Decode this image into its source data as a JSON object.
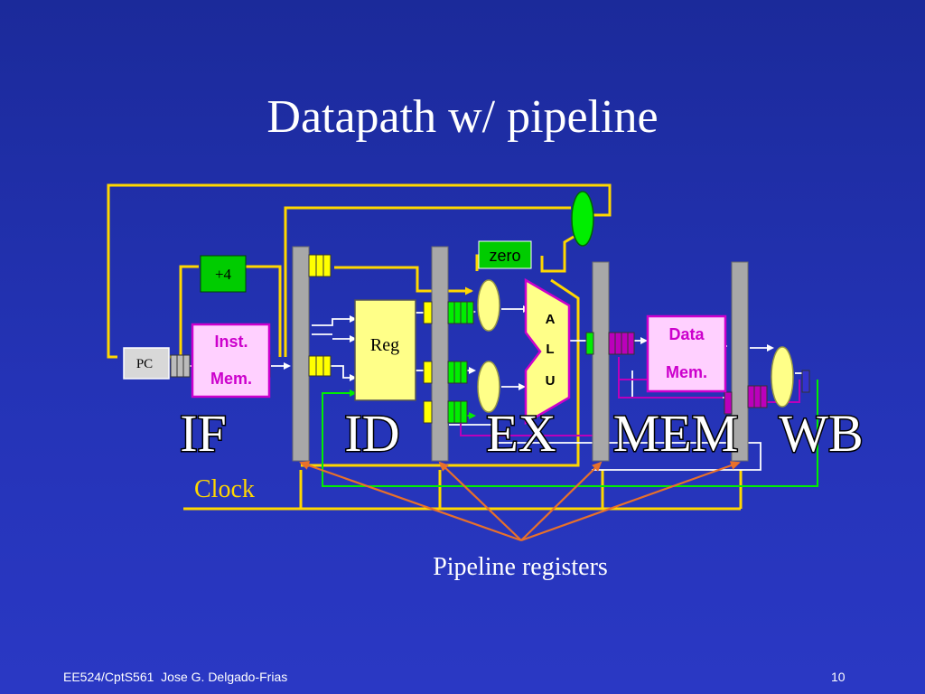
{
  "slide": {
    "title": "Datapath w/ pipeline",
    "footer": "EE524/CptS561  Jose G. Delgado-Frias",
    "page_number": "10"
  },
  "diagram": {
    "blocks": {
      "pc": "PC",
      "plus4": "+4",
      "inst_mem_line1": "Inst.",
      "inst_mem_line2": "Mem.",
      "reg": "Reg",
      "zero": "zero",
      "alu_line1": "A",
      "alu_line2": "L",
      "alu_line3": "U",
      "data_mem_line1": "Data",
      "data_mem_line2": "Mem."
    },
    "stages": [
      "IF",
      "ID",
      "EX",
      "MEM",
      "WB"
    ],
    "clock_label": "Clock",
    "pipeline_registers_label": "Pipeline registers"
  },
  "colors": {
    "background": "#2433b6",
    "wire": "#ffd700",
    "arrow_orange": "#e8702a",
    "register_bar": "#a8a8a8",
    "adder_green": "#00cc00",
    "mem_fill": "#ffd0ff",
    "mem_border": "#cc00cc",
    "latch_yellow": "#ffff00",
    "latch_green": "#00ee00",
    "latch_purple": "#bb00bb"
  }
}
